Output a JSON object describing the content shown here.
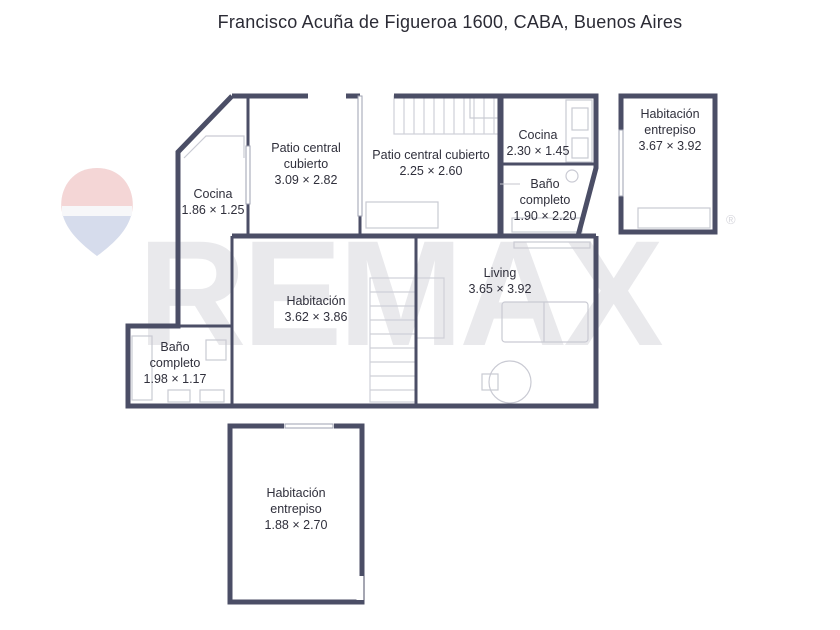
{
  "title": "Francisco Acuña de Figueroa 1600, CABA, Buenos Aires",
  "watermark": {
    "brand": "RE/MAX",
    "text": "REMAX",
    "registered_mark": "®"
  },
  "rooms": [
    {
      "id": "cocina_left",
      "name": "Cocina",
      "dims": "1.86 × 1.25"
    },
    {
      "id": "patio_1",
      "name": "Patio central cubierto",
      "dims": "3.09 × 2.82"
    },
    {
      "id": "patio_2",
      "name": "Patio central cubierto",
      "dims": "2.25 × 2.60"
    },
    {
      "id": "cocina_right",
      "name": "Cocina",
      "dims": "2.30 × 1.45"
    },
    {
      "id": "bano_right",
      "name": "Baño completo",
      "dims": "1.90 × 2.20"
    },
    {
      "id": "hab_entrepiso_right",
      "name": "Habitación entrepiso",
      "dims": "3.67 × 3.92"
    },
    {
      "id": "habitacion",
      "name": "Habitación",
      "dims": "3.62 × 3.86"
    },
    {
      "id": "living",
      "name": "Living",
      "dims": "3.65 × 3.92"
    },
    {
      "id": "bano_left",
      "name": "Baño completo",
      "dims": "1.98 × 1.17"
    },
    {
      "id": "hab_entrepiso_bottom",
      "name": "Habitación entrepiso",
      "dims": "1.88 × 2.70"
    }
  ],
  "colors": {
    "wall": "#4b4e66",
    "furniture": "#c9cad3",
    "watermark": "#e9e9ec",
    "heart_red": "#f2c9c9",
    "heart_blue": "#cdd5e6"
  }
}
